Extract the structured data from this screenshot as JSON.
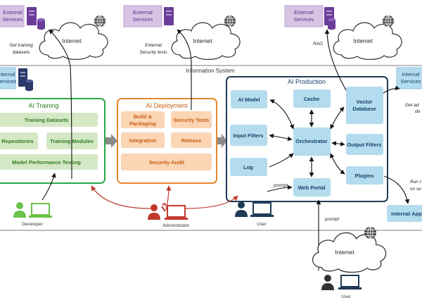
{
  "info_system": {
    "title": "Information System"
  },
  "cloud_label": "Internet",
  "external_services": {
    "line1": "External",
    "line2": "Services"
  },
  "internal_services": {
    "line1": "Internal",
    "line2": "Services"
  },
  "annotations": {
    "get_training_line1": "Get training",
    "get_training_line2": "datasets",
    "ext_security_line1": "External",
    "ext_security_line2": "Security tests",
    "rag": "RAG",
    "get_add_line1": "Get ad",
    "get_add_line2": "da",
    "run_line1": "Run t",
    "run_line2": "on se",
    "prompt_left": "prompt",
    "prompt_bottom": "prompt"
  },
  "training": {
    "title": "AI Training",
    "datasets": "Training Datasets",
    "repositories": "Repositories",
    "modules": "Training Modules",
    "perf": "Model Performance Testing"
  },
  "deployment": {
    "title": "AI Deployment",
    "build_line1": "Build &",
    "build_line2": "Packaging",
    "security_tests": "Security Tests",
    "integration": "Integration",
    "release": "Release",
    "audit": "Security Audit"
  },
  "production": {
    "title": "AI Production",
    "ai_model": "AI Model",
    "cache": "Cache",
    "vector_line1": "Vector",
    "vector_line2": "Database",
    "input_filters": "Input Filters",
    "orchestrator": "Orchestrator",
    "output_filters": "Output Filters",
    "log": "Log",
    "web_portal": "Web Portal",
    "plugins": "Plugins"
  },
  "internal_apps": "Internal Apps",
  "actors": {
    "developer": "Developer",
    "administrator": "Administrator",
    "user": "User",
    "user_bottom": "User"
  },
  "colors": {
    "training_border": "#2aa845",
    "training_box": "#d5e8c5",
    "training_text": "#2f7d21",
    "deploy_border": "#e7882b",
    "deploy_box": "#fbd5b4",
    "deploy_text": "#c55f12",
    "prod_border": "#1f3b57",
    "prod_box": "#b3dcee",
    "prod_text": "#18406b",
    "ext_box": "#d7c4e5",
    "ext_text": "#5a2f86",
    "server": "#6a3d9a",
    "internal_server": "#2b3a6b",
    "admin": "#c0392b",
    "developer": "#6cc24a",
    "user": "#1f3b57",
    "admin_arrow": "#c0392b"
  }
}
